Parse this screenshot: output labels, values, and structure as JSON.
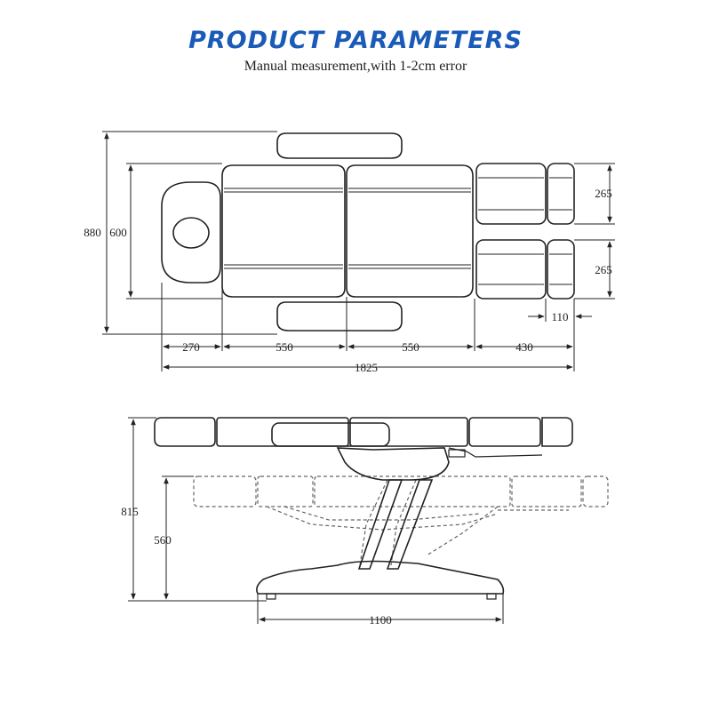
{
  "title": "PRODUCT PARAMETERS",
  "subtitle": "Manual measurement,with 1-2cm error",
  "colors": {
    "title": "#1a5bb8",
    "line": "#222222",
    "dashed": "#555555"
  },
  "top_view": {
    "dim_overall_width": "880",
    "dim_bed_width": "600",
    "dim_leg_width_upper": "265",
    "dim_leg_width_lower": "265",
    "dim_foot_length": "110",
    "dim_head": "270",
    "dim_back": "550",
    "dim_seat": "550",
    "dim_leg": "430",
    "dim_total_length": "1825"
  },
  "side_view": {
    "dim_max_height": "815",
    "dim_min_height": "560",
    "dim_base_length": "1100"
  }
}
